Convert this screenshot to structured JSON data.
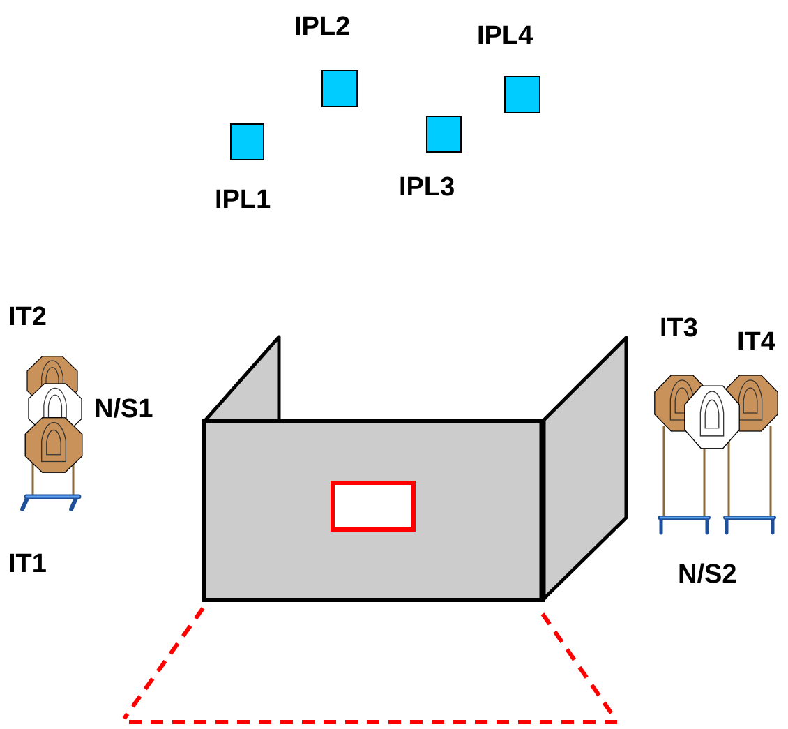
{
  "labels": {
    "ipl1": "IPL1",
    "ipl2": "IPL2",
    "ipl3": "IPL3",
    "ipl4": "IPL4",
    "it1": "IT1",
    "it2": "IT2",
    "it3": "IT3",
    "it4": "IT4",
    "ns1": "N/S1",
    "ns2": "N/S2"
  },
  "colors": {
    "popper": "#00ccff",
    "target": "#c8925a",
    "no_shoot": "#ffffff",
    "wall": "#cccccc",
    "port": "#ff0000",
    "fault_line": "#ff0000",
    "stand": "#3f7fd6"
  }
}
